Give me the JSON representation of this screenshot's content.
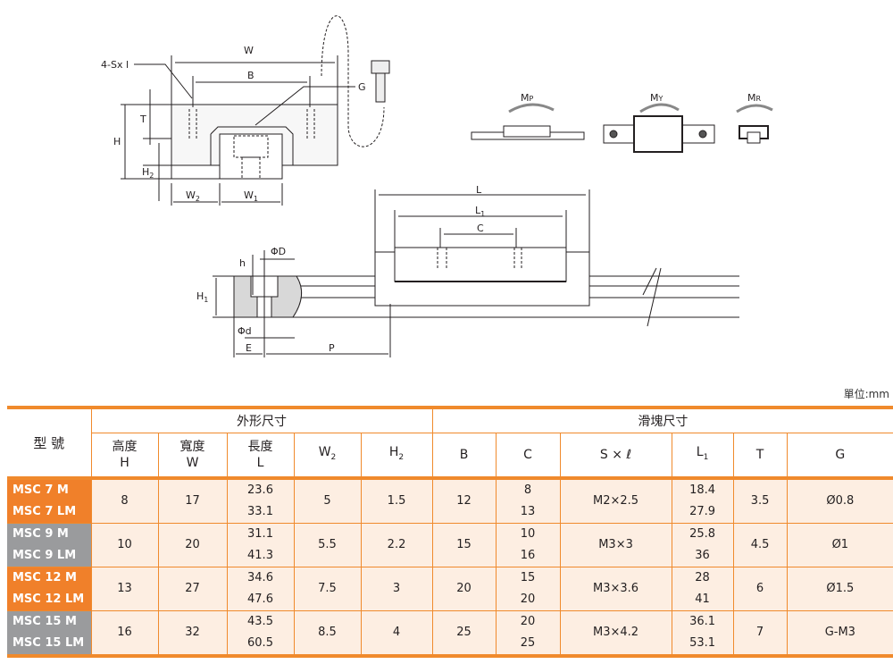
{
  "diagram": {
    "labels": {
      "w": "W",
      "b": "B",
      "g": "G",
      "sxl": "4-Sx l",
      "t": "T",
      "h": "H",
      "h2": "H",
      "h2_sub": "2",
      "w2": "W",
      "w2_sub": "2",
      "w1": "W",
      "w1_sub": "1",
      "l": "L",
      "l1": "L",
      "l1_sub": "1",
      "c": "C",
      "phi_D": "ΦD",
      "h_small": "h",
      "h1": "H",
      "h1_sub": "1",
      "phi_d": "Φd",
      "e": "E",
      "p": "P",
      "mp": "M",
      "mp_sub": "P",
      "my": "M",
      "my_sub": "Y",
      "mr": "M",
      "mr_sub": "R"
    }
  },
  "unit": "單位:mm",
  "table": {
    "model_header": "型 號",
    "group_outer": "外形尺寸",
    "group_block": "滑塊尺寸",
    "columns": [
      {
        "top": "高度",
        "bottom": "H"
      },
      {
        "top": "寬度",
        "bottom": "W"
      },
      {
        "top": "長度",
        "bottom": "L"
      },
      {
        "main": "W",
        "sub": "2"
      },
      {
        "main": "H",
        "sub": "2"
      },
      {
        "main": "B"
      },
      {
        "main": "C"
      },
      {
        "main": "S × ℓ"
      },
      {
        "main": "L",
        "sub": "1"
      },
      {
        "main": "T"
      },
      {
        "main": "G"
      }
    ],
    "rows": [
      {
        "models": [
          "MSC 7 M",
          "MSC 7 LM"
        ],
        "H": "8",
        "W": "17",
        "L": [
          "23.6",
          "33.1"
        ],
        "W2": "5",
        "H2": "1.5",
        "B": "12",
        "C": [
          "8",
          "13"
        ],
        "Sxl": "M2×2.5",
        "L1": [
          "18.4",
          "27.9"
        ],
        "T": "3.5",
        "G": "Ø0.8"
      },
      {
        "models": [
          "MSC 9 M",
          "MSC 9 LM"
        ],
        "H": "10",
        "W": "20",
        "L": [
          "31.1",
          "41.3"
        ],
        "W2": "5.5",
        "H2": "2.2",
        "B": "15",
        "C": [
          "10",
          "16"
        ],
        "Sxl": "M3×3",
        "L1": [
          "25.8",
          "36"
        ],
        "T": "4.5",
        "G": "Ø1"
      },
      {
        "models": [
          "MSC 12 M",
          "MSC 12 LM"
        ],
        "H": "13",
        "W": "27",
        "L": [
          "34.6",
          "47.6"
        ],
        "W2": "7.5",
        "H2": "3",
        "B": "20",
        "C": [
          "15",
          "20"
        ],
        "Sxl": "M3×3.6",
        "L1": [
          "28",
          "41"
        ],
        "T": "6",
        "G": "Ø1.5"
      },
      {
        "models": [
          "MSC 15 M",
          "MSC 15 LM"
        ],
        "H": "16",
        "W": "32",
        "L": [
          "43.5",
          "60.5"
        ],
        "W2": "8.5",
        "H2": "4",
        "B": "25",
        "C": [
          "20",
          "25"
        ],
        "Sxl": "M3×4.2",
        "L1": [
          "36.1",
          "53.1"
        ],
        "T": "7",
        "G": "G-M3"
      }
    ]
  },
  "colors": {
    "orange": "#f0802a",
    "gray": "#9a9b9d",
    "row_bg": "#fdeee2"
  }
}
